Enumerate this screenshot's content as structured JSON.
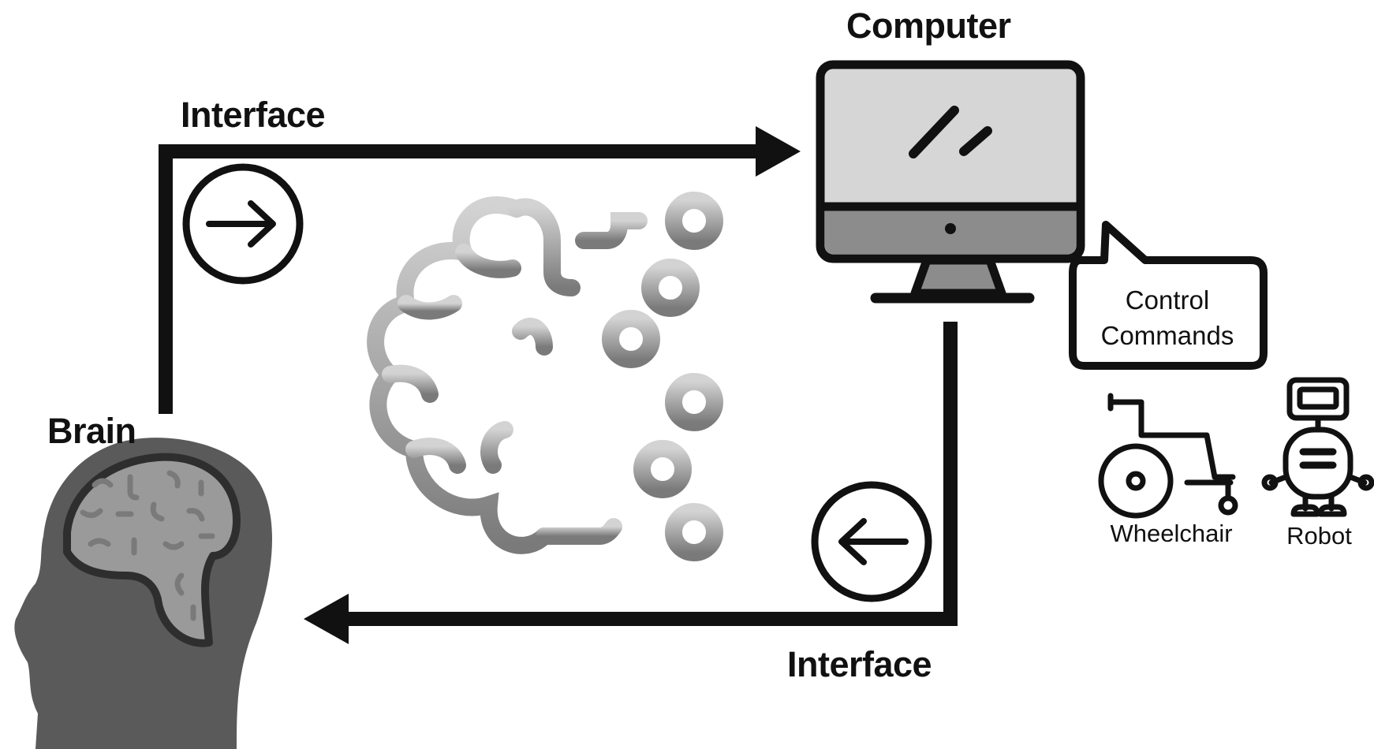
{
  "labels": {
    "top_interface": "Interface",
    "bottom_interface": "Interface",
    "computer": "Computer",
    "brain": "Brain",
    "control_commands_line1": "Control",
    "control_commands_line2": "Commands",
    "wheelchair": "Wheelchair",
    "robot": "Robot"
  },
  "icons": {
    "forward": "arrow-right-circle-icon",
    "backward": "arrow-left-circle-icon",
    "computer": "monitor-icon",
    "brain_head": "human-head-brain-icon",
    "circuit_brain": "circuit-brain-icon",
    "wheelchair": "wheelchair-icon",
    "robot": "robot-icon"
  },
  "colors": {
    "line": "#111111",
    "screen": "#d6d6d6",
    "monitor_base": "#8c8c8c",
    "head": "#5a5a5a",
    "brain": "#9a9a9a"
  }
}
